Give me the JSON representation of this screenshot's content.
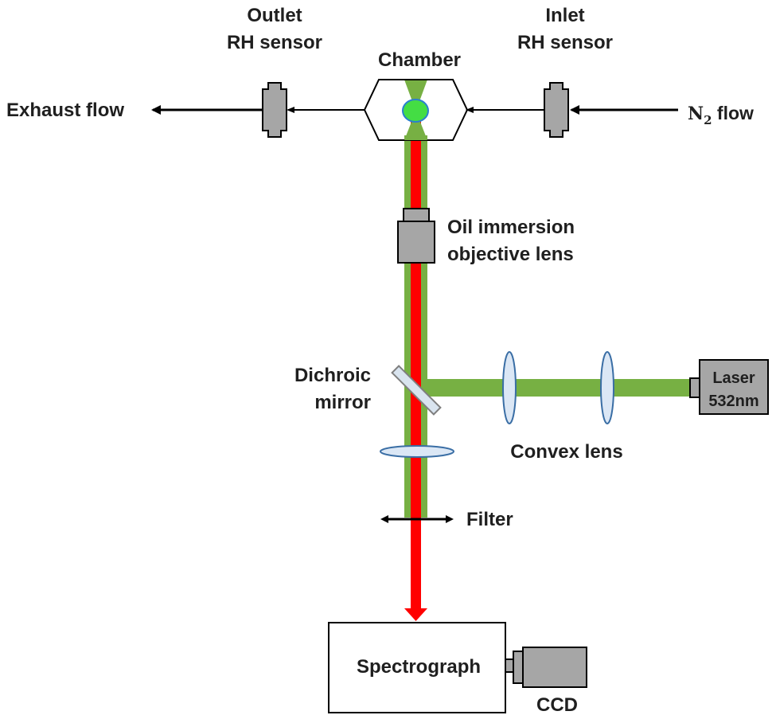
{
  "labels": {
    "outlet_line1": "Outlet",
    "outlet_line2": "RH sensor",
    "inlet_line1": "Inlet",
    "inlet_line2": "RH sensor",
    "chamber": "Chamber",
    "exhaust": "Exhaust flow",
    "n2_prefix": "N",
    "n2_sub": "2",
    "n2_suffix": " flow",
    "objective_line1": "Oil immersion",
    "objective_line2": "objective lens",
    "dichroic_line1": "Dichroic",
    "dichroic_line2": "mirror",
    "laser_line1": "Laser",
    "laser_line2": "532nm",
    "convex": "Convex lens",
    "filter": "Filter",
    "spectrograph": "Spectrograph",
    "ccd": "CCD"
  },
  "colors": {
    "green_beam": "#77b043",
    "red_beam": "#ff0000",
    "droplet": "#44dd44",
    "component_gray": "#a6a6a6",
    "lens_fill": "#dbe7f5",
    "lens_stroke": "#3a6ea5"
  }
}
